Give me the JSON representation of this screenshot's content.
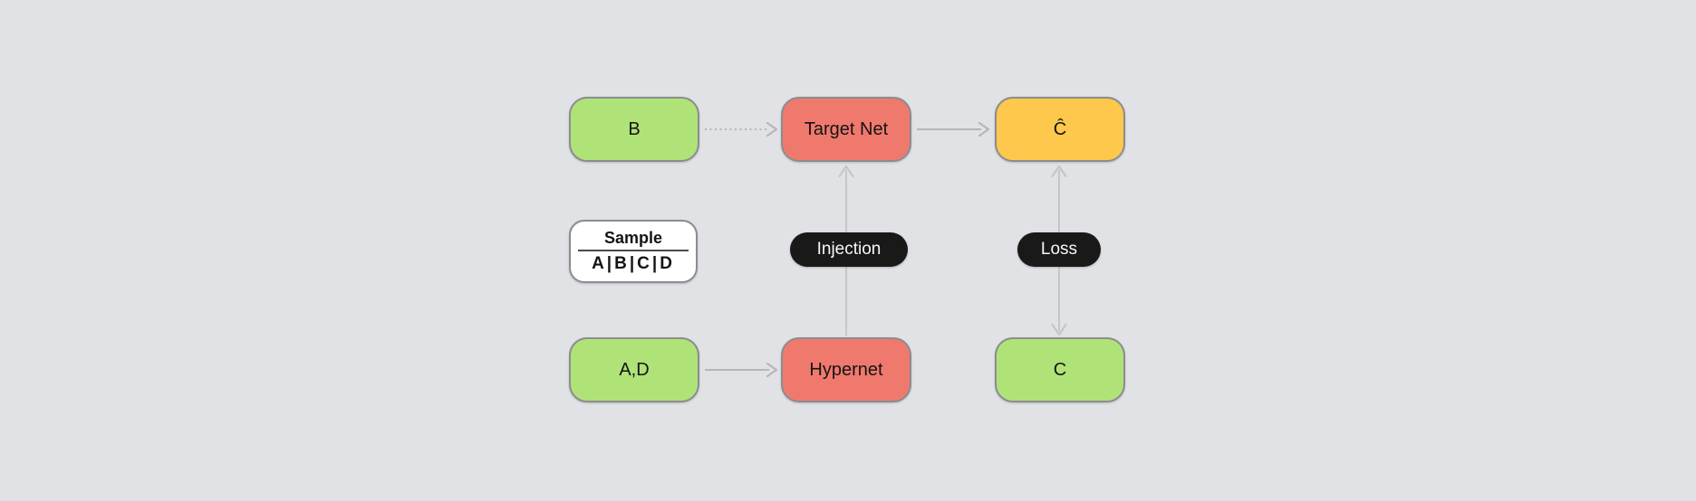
{
  "colors": {
    "bg": "#e0e2e6",
    "green": "#b0e377",
    "red": "#f0796d",
    "yellow": "#fdc84b",
    "pill": "#191919",
    "pilltext": "#f7f7f7",
    "border": "#8b8d8f",
    "text": "#141414",
    "arrow": "#b4b6b8",
    "arrowlight": "#c5c6c8",
    "divider": "#4a4a4a",
    "samplebg": "#ffffff"
  },
  "nodes": {
    "b": {
      "label": "B"
    },
    "target_net": {
      "label": "Target Net"
    },
    "c_hat": {
      "label": "Ĉ"
    },
    "sample": {
      "title": "Sample",
      "items": "A|B|C|D"
    },
    "a_d": {
      "label": "A,D"
    },
    "hypernet": {
      "label": "Hypernet"
    },
    "c": {
      "label": "C"
    },
    "injection": {
      "label": "Injection"
    },
    "loss": {
      "label": "Loss"
    }
  }
}
